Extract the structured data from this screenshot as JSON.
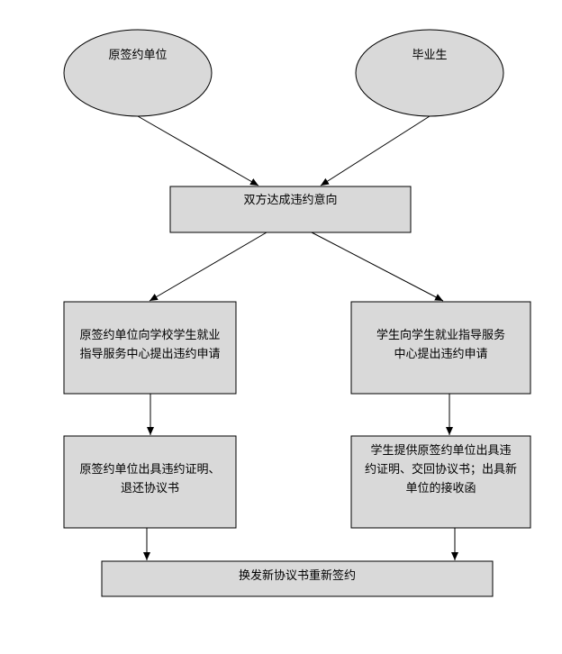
{
  "diagram": {
    "colors": {
      "fill": "#d9d9d9",
      "stroke": "#000000",
      "background": "#ffffff"
    },
    "nodes": {
      "employer": {
        "shape": "ellipse",
        "text": "原签约单位"
      },
      "graduate": {
        "shape": "ellipse",
        "text": "毕业生"
      },
      "agreement": {
        "shape": "rect",
        "text": "双方达成违约意向"
      },
      "employer_apply": {
        "shape": "rect",
        "lines": [
          "原签约单位向学校学生就业",
          "指导服务中心提出违约申请"
        ]
      },
      "student_apply": {
        "shape": "rect",
        "lines": [
          "学生向学生就业指导服务",
          "中心提出违约申请"
        ]
      },
      "employer_cert": {
        "shape": "rect",
        "lines": [
          "原签约单位出具违约证明、",
          "退还协议书"
        ]
      },
      "student_submit": {
        "shape": "rect",
        "lines": [
          "学生提供原签约单位出具违",
          "约证明、交回协议书；出具新",
          "单位的接收函"
        ]
      },
      "reissue": {
        "shape": "rect",
        "text": "换发新协议书重新签约"
      }
    },
    "edges": [
      {
        "from": "employer",
        "to": "agreement"
      },
      {
        "from": "graduate",
        "to": "agreement"
      },
      {
        "from": "agreement",
        "to": "employer_apply"
      },
      {
        "from": "agreement",
        "to": "student_apply"
      },
      {
        "from": "employer_apply",
        "to": "employer_cert"
      },
      {
        "from": "student_apply",
        "to": "student_submit"
      },
      {
        "from": "employer_cert",
        "to": "reissue"
      },
      {
        "from": "student_submit",
        "to": "reissue"
      }
    ]
  }
}
